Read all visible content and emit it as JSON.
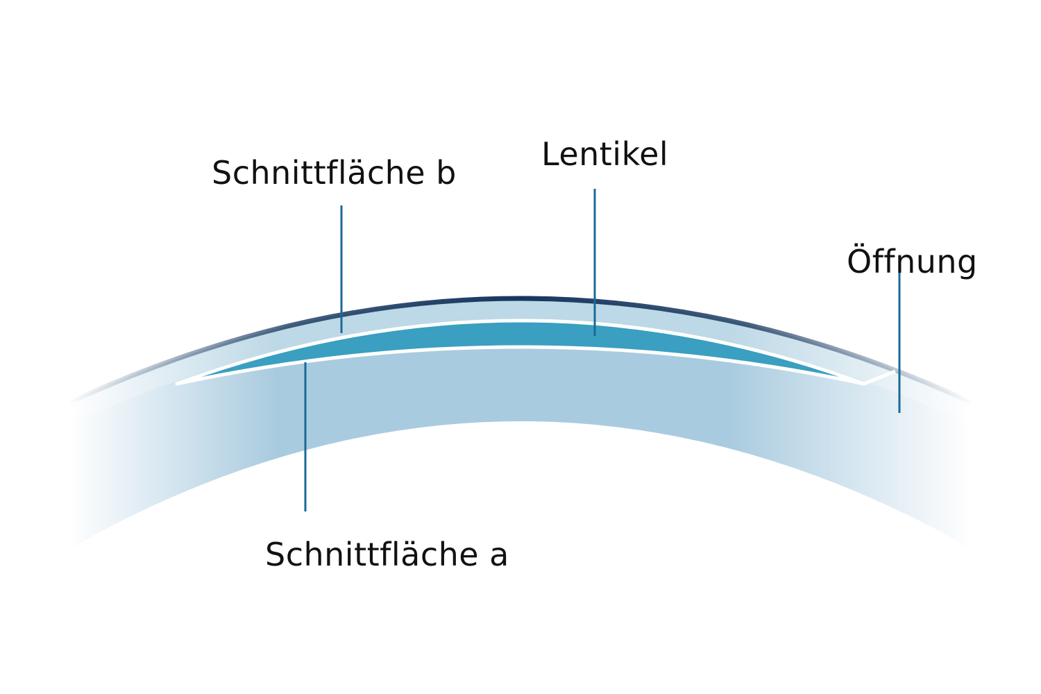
{
  "labels": {
    "cut_surface_b": "Schnittfläche b",
    "lenticule": "Lentikel",
    "opening": "Öffnung",
    "cut_surface_a": "Schnittfläche a"
  },
  "colors": {
    "cornea": "#a9cbdf",
    "cap": "#bdd8e6",
    "lenticule": "#3a9fc0",
    "surface": "#17365e",
    "leader": "#1a6a96"
  }
}
